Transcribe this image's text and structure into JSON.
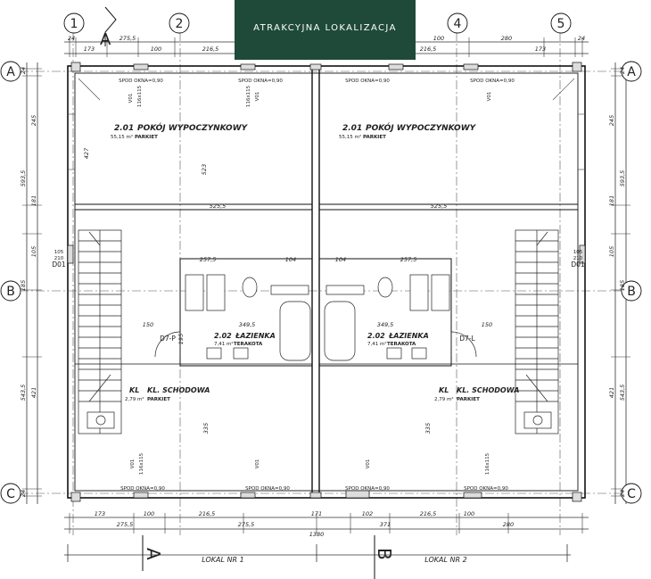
{
  "banner": {
    "text": "ATRAKCYJNA LOKALIZACJA",
    "color": "#1f4a3a"
  },
  "axes": {
    "columns": [
      "1",
      "2",
      "4",
      "5"
    ],
    "rows": [
      "A",
      "B",
      "C"
    ]
  },
  "sections": {
    "a": "A",
    "b": "B"
  },
  "rooms": [
    {
      "number": "2.01",
      "name": "POKÓJ WYPOCZYNKOWY",
      "area": "55,15 m²",
      "floor": "PARKIET"
    },
    {
      "number": "2.01",
      "name": "POKÓJ WYPOCZYNKOWY",
      "area": "55,15 m²",
      "floor": "PARKIET"
    },
    {
      "number": "2.02",
      "name": "ŁAZIENKA",
      "area": "7,41 m²",
      "floor": "TERAKOTA"
    },
    {
      "number": "2.02",
      "name": "ŁAZIENKA",
      "area": "7,41 m²",
      "floor": "TERAKOTA"
    },
    {
      "number": "KL",
      "name": "KL. SCHODOWA",
      "area": "2,79 m²",
      "floor": "PARKIET"
    },
    {
      "number": "KL",
      "name": "KL. SCHODOWA",
      "area": "2,79 m²",
      "floor": "PARKIET"
    }
  ],
  "window_notes": [
    "SPOD OKNA=0,90",
    "SPOD OKNA=0,90",
    "SPOD OKNA=0,90",
    "SPOD OKNA=0,90",
    "SPOD OKNA=0,90",
    "SPOD OKNA=0,90",
    "SPOD OKNA=0,90",
    "SPOD OKNA=0,90"
  ],
  "window_tags": [
    "V01",
    "V01",
    "V01",
    "V01",
    "V01",
    "V01"
  ],
  "door_tags": [
    "D7-P",
    "D7-L",
    "D01",
    "D01"
  ],
  "dim_top": [
    "24",
    "173",
    "275,5",
    "100",
    "216,5",
    "216,5",
    "100",
    "280",
    "173",
    "24"
  ],
  "dim_bottom": [
    "173",
    "275,5",
    "100",
    "216,5",
    "275,5",
    "171",
    "102",
    "371",
    "216,5",
    "100",
    "280"
  ],
  "dim_bottom_total": "1380",
  "dim_left": [
    "24",
    "245",
    "593,5",
    "181",
    "105",
    "185",
    "543,5",
    "421",
    "24"
  ],
  "dim_right": [
    "24",
    "245",
    "593,5",
    "181",
    "105",
    "185",
    "543,5",
    "421",
    "24"
  ],
  "interior_dims": [
    "427",
    "523",
    "257,5",
    "104",
    "104",
    "257,5",
    "349,5",
    "349,5",
    "195",
    "335",
    "335",
    "150",
    "150",
    "525,5",
    "525,5"
  ],
  "opening_dims": [
    "116x115",
    "116x115",
    "116x115",
    "116x115",
    "105",
    "210",
    "105",
    "210"
  ],
  "units": {
    "left": "LOKAL NR 1",
    "right": "LOKAL NR 2"
  }
}
